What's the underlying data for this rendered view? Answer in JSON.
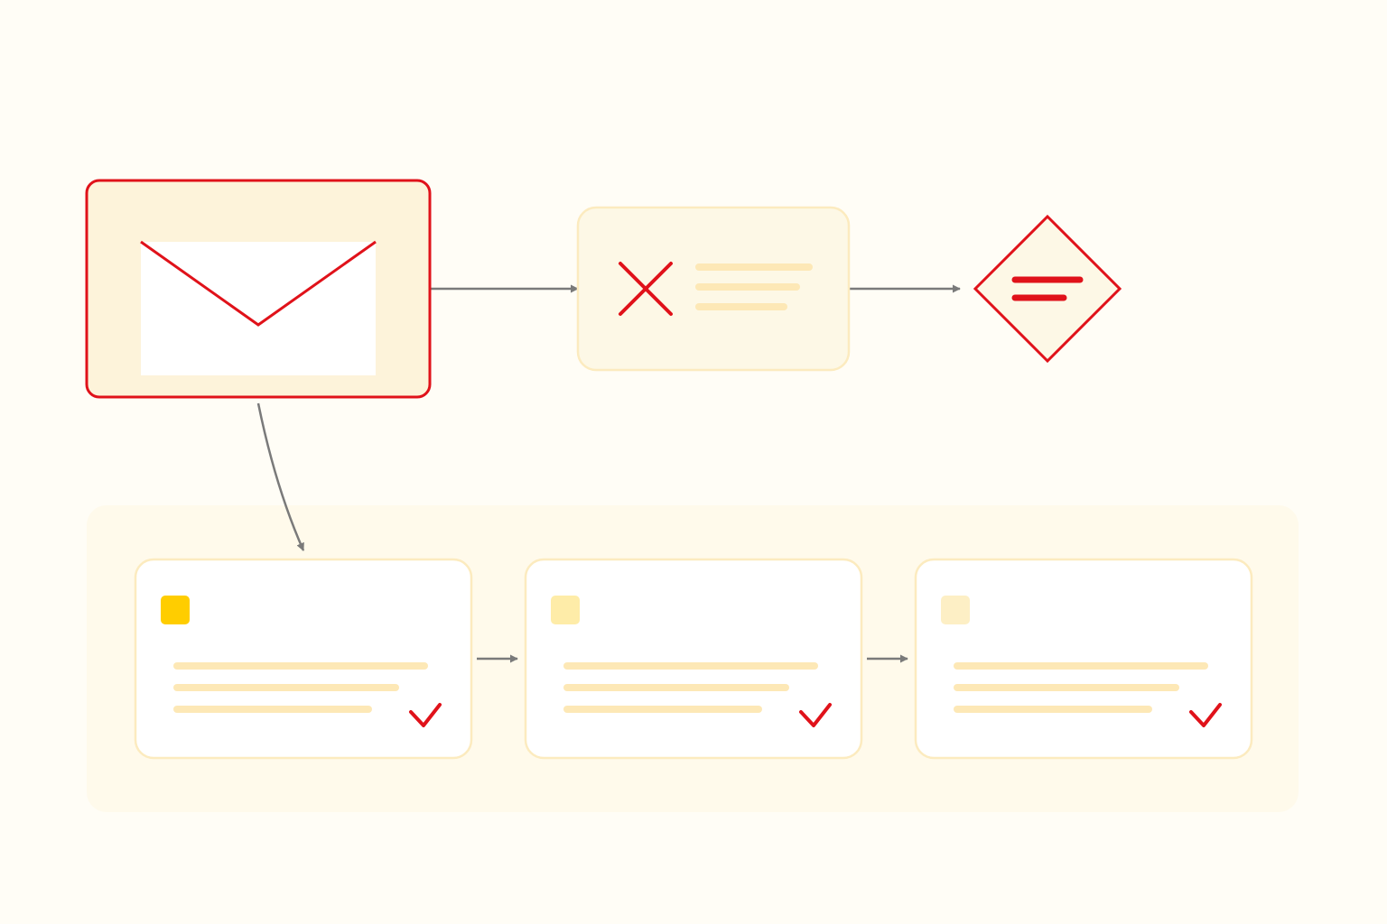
{
  "colors": {
    "background": "#fffdf6",
    "accent_red": "#e0121a",
    "arrow_gray": "#7a7a7a",
    "cream_fill": "#fdf3da",
    "pale_fill": "#fdf8e6",
    "group_fill": "#fffaeb",
    "card_border": "#fcebbf",
    "placeholder_line": "#fde8b6",
    "white": "#ffffff"
  },
  "nodes": {
    "email": {
      "icon": "envelope-icon",
      "state": "highlighted"
    },
    "rejected": {
      "icon": "x-mark-icon",
      "placeholder_lines": 3
    },
    "decision": {
      "icon": "equals-icon",
      "shape": "diamond"
    }
  },
  "steps": [
    {
      "icon": "status-square-icon",
      "icon_color": "#ffcd00",
      "status": "complete",
      "check_icon": "checkmark-icon"
    },
    {
      "icon": "status-square-icon",
      "icon_color": "#feeca8",
      "status": "complete",
      "check_icon": "checkmark-icon"
    },
    {
      "icon": "status-square-icon",
      "icon_color": "#fdefc5",
      "status": "complete",
      "check_icon": "checkmark-icon"
    }
  ]
}
